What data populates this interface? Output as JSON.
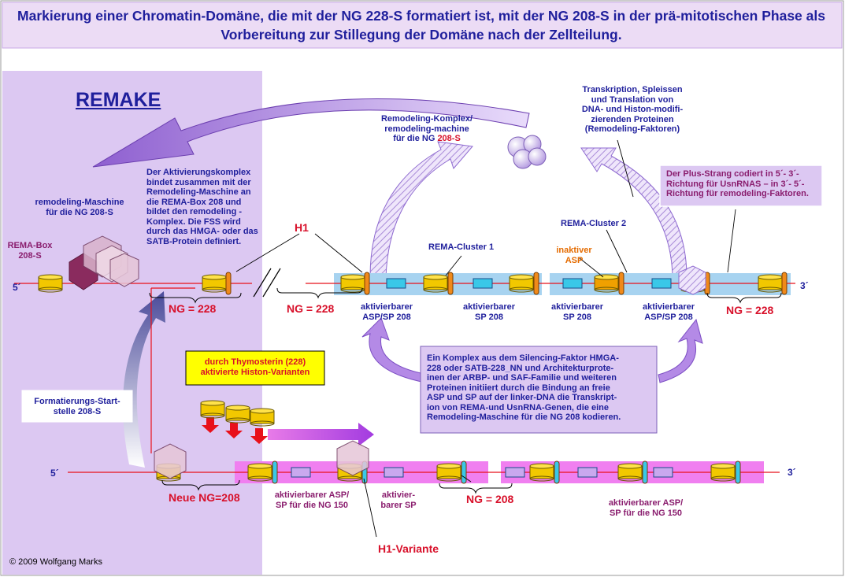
{
  "title": "Markierung einer Chromatin-Domäne, die mit der NG 228-S formatiert ist, mit der NG 208-S in der prä-mitotischen Phase als Vorbereitung zur Stillegung der Domäne nach der Zellteilung.",
  "remake": "REMAKE",
  "labels": {
    "remodeling_maschine_1": "remodeling-Maschine",
    "remodeling_maschine_2": "für die NG 208-S",
    "rema_box_1": "REMA-Box",
    "rema_box_2": "208-S",
    "aktivierungskomplex": [
      "Der Aktivierungskomplex",
      "bindet zusammen mit der",
      "Remodeling-Maschine an",
      "die REMA-Box 208 und",
      "bildet den remodeling -",
      "Komplex. Die FSS wird",
      "durch das HMGA- oder das",
      "SATB-Protein definiert."
    ],
    "remodeling_komplex": [
      "Remodeling-Komplex/",
      "remodeling-machine"
    ],
    "remodeling_komplex_ng": "für die NG ",
    "remodeling_komplex_ng_red": "208-S",
    "transkription": [
      "Transkription, Spleissen",
      "und Translation von",
      "DNA- und Histon-modifi-",
      "zierenden Proteinen",
      "(Remodeling-Faktoren)"
    ],
    "plus_strang": [
      "Der Plus-Strang codiert in 5´- 3´-",
      "Richtung für UsnRNAS  –  in 3´- 5´-",
      "Richtung für remodeling-Faktoren."
    ],
    "h1": "H1",
    "rema_cluster_1": "REMA-Cluster 1",
    "rema_cluster_2": "REMA-Cluster 2",
    "inaktiver_asp_1": "inaktiver",
    "inaktiver_asp_2": "ASP",
    "five_prime": "5´",
    "three_prime": "3´",
    "ng228_left": "NG = 228",
    "ng228_mid": "NG = 228",
    "ng228_right": "NG = 228",
    "akt_asp_sp_208_a": [
      "aktivierbarer",
      "ASP/SP 208"
    ],
    "akt_sp_208_a": [
      "aktivierbarer",
      "SP 208"
    ],
    "akt_sp_208_b": [
      "aktivierbarer",
      "SP 208"
    ],
    "akt_asp_sp_208_b": [
      "aktivierbarer",
      "ASP/SP 208"
    ],
    "thymosterin": [
      "durch Thymosterin (228)",
      "aktivierte Histon-Varianten"
    ],
    "formatierung": [
      "Formatierungs-Start-",
      "stelle 208-S"
    ],
    "silencing": [
      "Ein Komplex aus dem Silencing-Faktor HMGA-",
      "228 oder SATB-228_NN und Architekturprote-",
      "inen der ARBP- und SAF-Familie und weiteren",
      "Proteinen initiiert durch die Bindung an freie",
      "ASP und SP auf der linker-DNA die Transkript-",
      "ion von REMA-und UsnRNA-Genen, die eine",
      "Remodeling-Maschine für die NG 208 kodieren."
    ],
    "neue_ng": "Neue NG=208",
    "akt_asp_150_a": [
      "aktivierbarer ASP/",
      "SP für die NG 150"
    ],
    "aktivier_sp": [
      "aktivier-",
      "barer SP"
    ],
    "ng208": "NG = 208",
    "akt_asp_150_b": [
      "aktivierbarer ASP/",
      "SP für die NG 150"
    ],
    "h1_variante": "H1-Variante",
    "copyright": "© 2009 Wolfgang Marks"
  },
  "colors": {
    "title_bg": "#ecdcf5",
    "title_text": "#1f1f9c",
    "remake_panel": "#dcc8f2",
    "dna_line": "#e8101a",
    "blue_band": "#a7d3f0",
    "magenta_band": "#f07ff0",
    "nucleosome": "#f2c800",
    "linker_h1": "#f08a1a",
    "cyan_box": "#39c8e8",
    "lavender_box": "#c9a8ee",
    "arrow_purple": "#9a6cd6",
    "red_arrow": "#e8101a"
  }
}
